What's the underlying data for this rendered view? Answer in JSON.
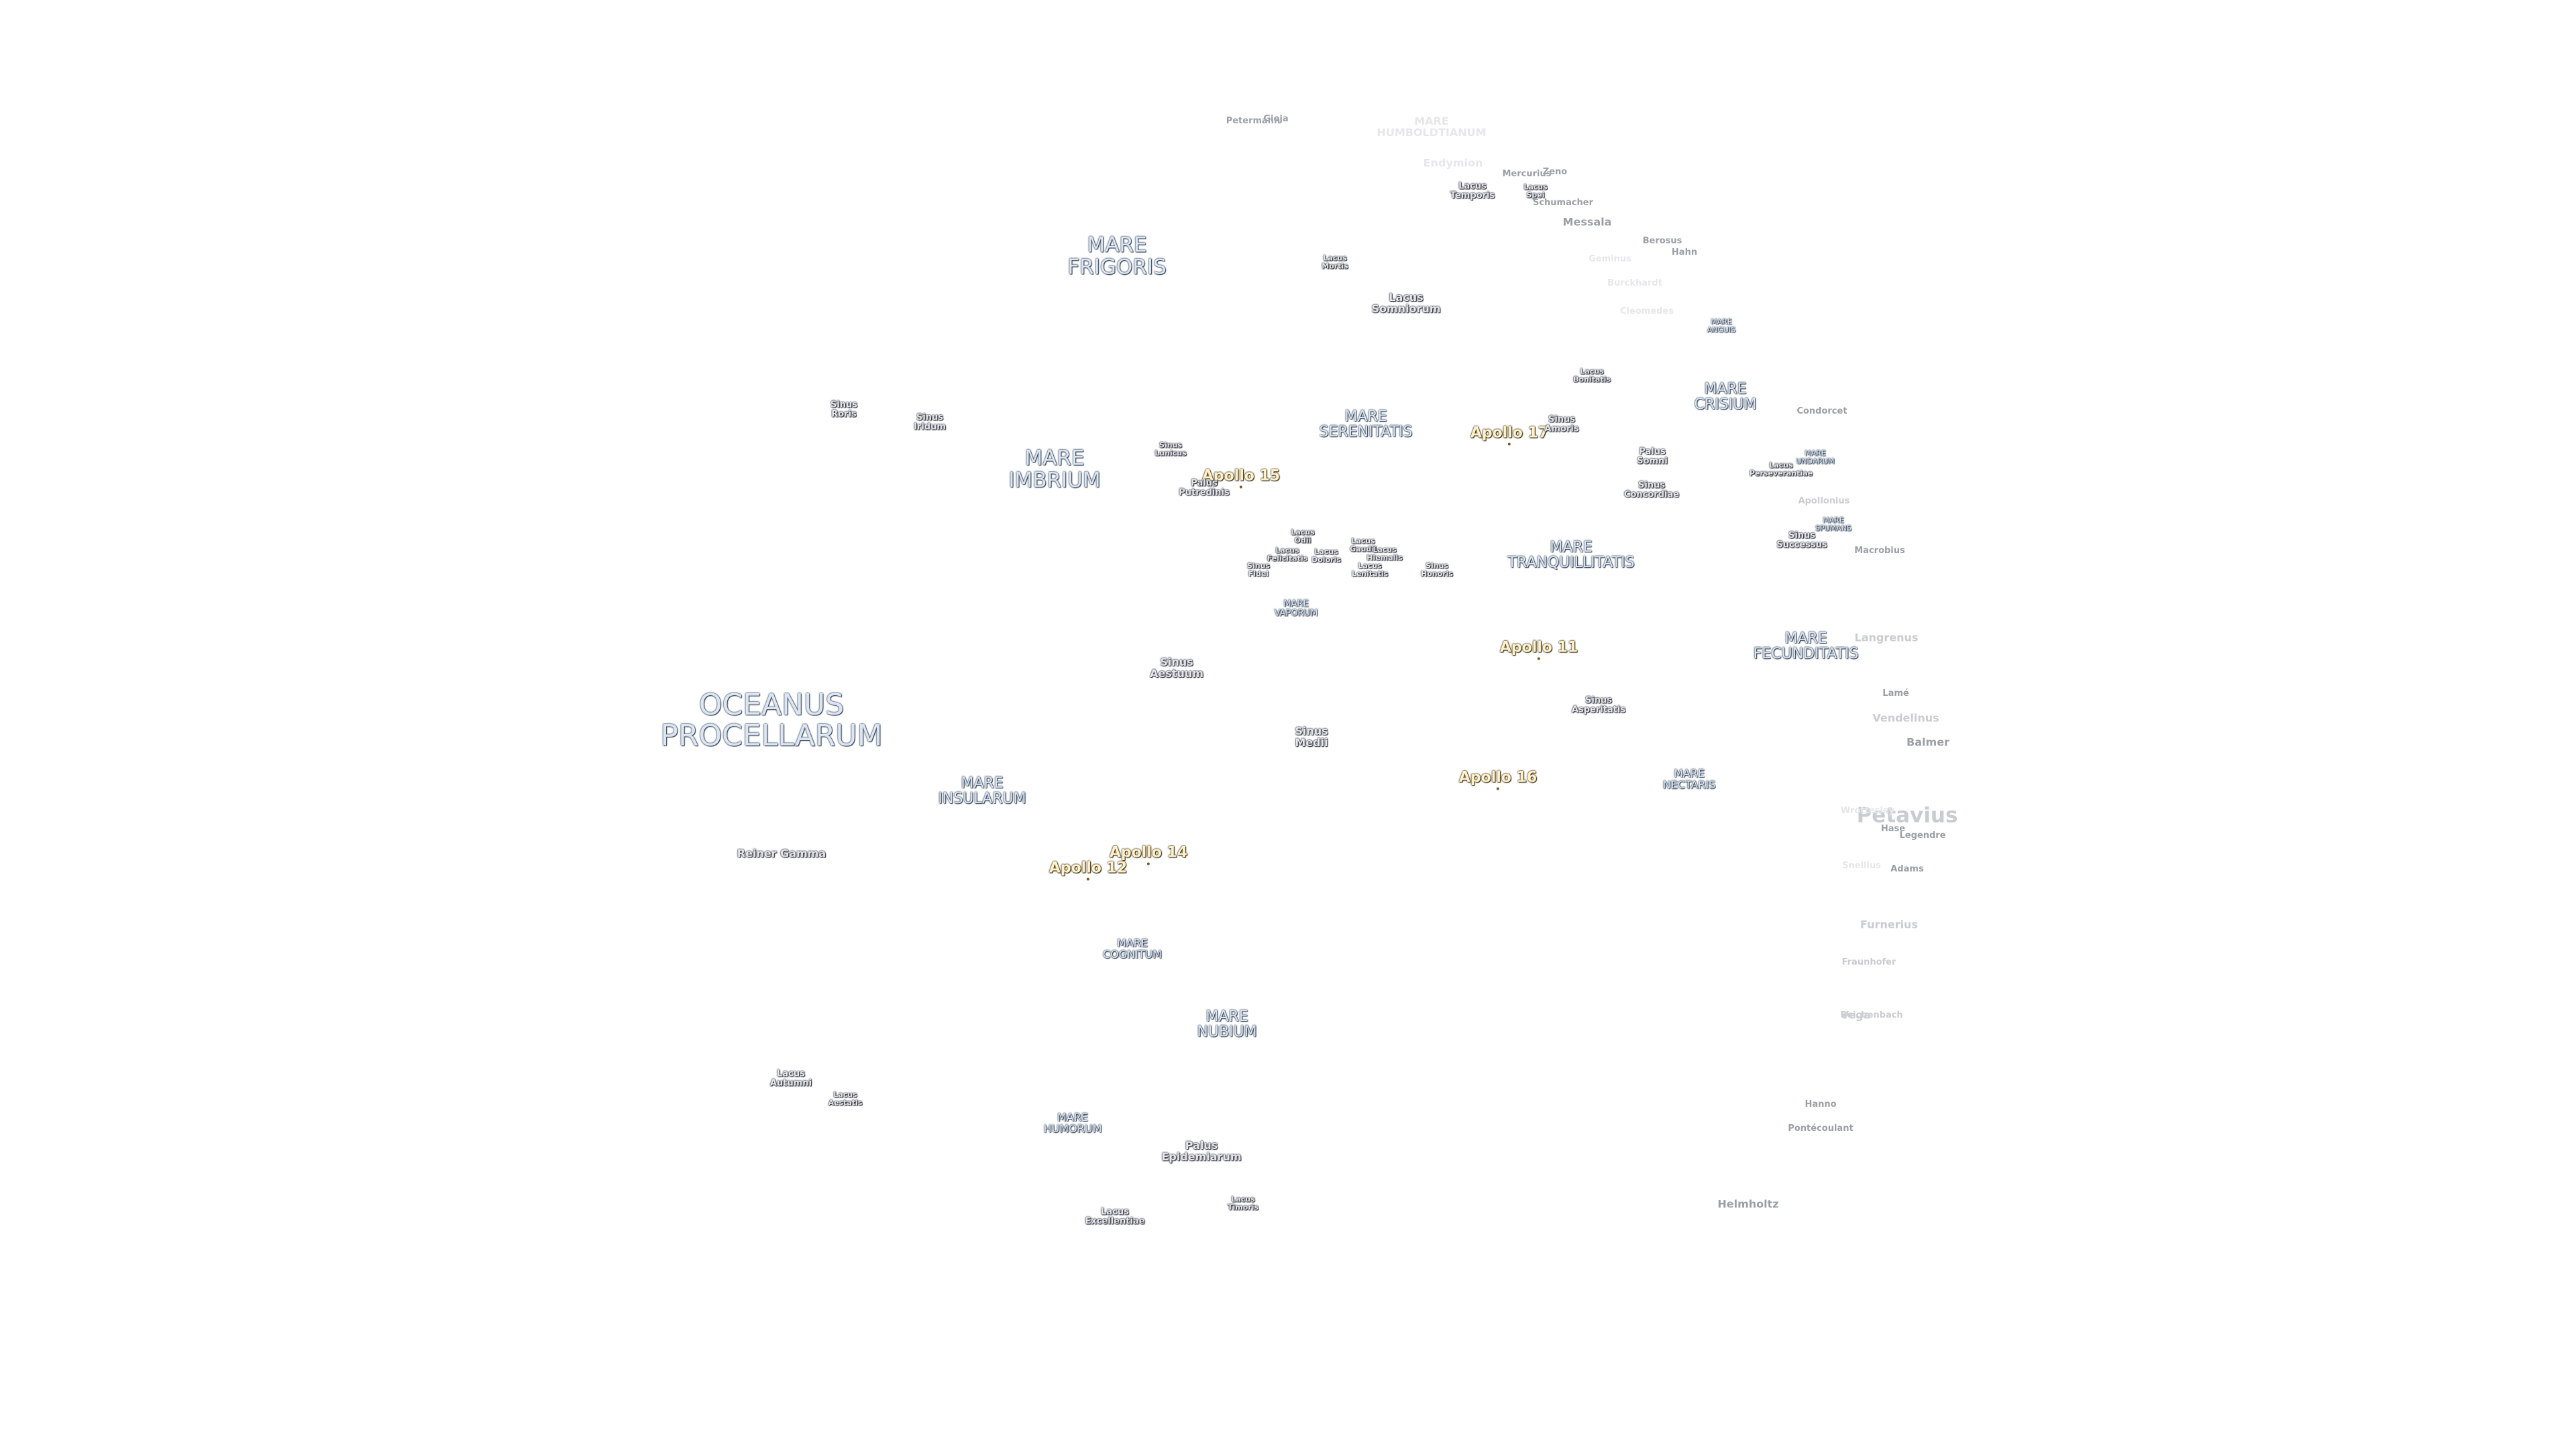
{
  "map": {
    "labels": [
      {
        "text": [
          "OCEANUS",
          "PROCELLARUM"
        ],
        "kind": "sea"
      },
      {
        "text": [
          "MARE",
          "FRIGORIS"
        ],
        "kind": "sea"
      },
      {
        "text": [
          "MARE",
          "IMBRIUM"
        ],
        "kind": "sea"
      },
      {
        "text": [
          "MARE",
          "SERENITATIS"
        ],
        "kind": "sea"
      },
      {
        "text": [
          "MARE",
          "TRANQUILLITATIS"
        ],
        "kind": "sea"
      },
      {
        "text": [
          "MARE",
          "CRISIUM"
        ],
        "kind": "sea"
      },
      {
        "text": [
          "MARE",
          "FECUNDITATIS"
        ],
        "kind": "sea"
      },
      {
        "text": [
          "MARE",
          "INSULARUM"
        ],
        "kind": "sea"
      },
      {
        "text": [
          "MARE",
          "COGNITUM"
        ],
        "kind": "sea"
      },
      {
        "text": [
          "MARE",
          "NUBIUM"
        ],
        "kind": "sea"
      },
      {
        "text": [
          "MARE",
          "HUMORUM"
        ],
        "kind": "sea"
      },
      {
        "text": [
          "MARE",
          "NECTARIS"
        ],
        "kind": "sea"
      },
      {
        "text": [
          "MARE",
          "VAPORUM"
        ],
        "kind": "sea"
      },
      {
        "text": [
          "MARE",
          "ANGUIS"
        ],
        "kind": "sea"
      },
      {
        "text": [
          "MARE",
          "UNDARUM"
        ],
        "kind": "sea"
      },
      {
        "text": [
          "MARE",
          "SPUMANS"
        ],
        "kind": "sea"
      },
      {
        "text": [
          "MARE",
          "HUMBOLDTIANUM"
        ],
        "kind": "ghost"
      },
      {
        "text": [
          "Apollo 11"
        ],
        "kind": "apollo"
      },
      {
        "text": [
          "Apollo 12"
        ],
        "kind": "apollo"
      },
      {
        "text": [
          "Apollo 14"
        ],
        "kind": "apollo"
      },
      {
        "text": [
          "Apollo 15"
        ],
        "kind": "apollo"
      },
      {
        "text": [
          "Apollo 16"
        ],
        "kind": "apollo"
      },
      {
        "text": [
          "Apollo 17"
        ],
        "kind": "apollo"
      },
      {
        "text": [
          "Lacus",
          "Somniorum"
        ],
        "kind": "feat"
      },
      {
        "text": [
          "Lacus",
          "Mortis"
        ],
        "kind": "feat"
      },
      {
        "text": [
          "Lacus",
          "Temporis"
        ],
        "kind": "feat"
      },
      {
        "text": [
          "Lacus",
          "Spei"
        ],
        "kind": "feat"
      },
      {
        "text": [
          "Lacus",
          "Bonitatis"
        ],
        "kind": "feat"
      },
      {
        "text": [
          "Lacus",
          "Autumni"
        ],
        "kind": "feat"
      },
      {
        "text": [
          "Lacus",
          "Aestatis"
        ],
        "kind": "feat"
      },
      {
        "text": [
          "Lacus",
          "Excellentiae"
        ],
        "kind": "feat"
      },
      {
        "text": [
          "Lacus",
          "Timoris"
        ],
        "kind": "feat"
      },
      {
        "text": [
          "Lacus",
          "Odii"
        ],
        "kind": "feat"
      },
      {
        "text": [
          "Lacus",
          "Felicitatis"
        ],
        "kind": "feat"
      },
      {
        "text": [
          "Lacus",
          "Doloris"
        ],
        "kind": "feat"
      },
      {
        "text": [
          "Lacus",
          "Gaudii"
        ],
        "kind": "feat"
      },
      {
        "text": [
          "Lacus",
          "Hiemalis"
        ],
        "kind": "feat"
      },
      {
        "text": [
          "Lacus",
          "Lenitatis"
        ],
        "kind": "feat"
      },
      {
        "text": [
          "Lacus",
          "Perseverantiae"
        ],
        "kind": "feat"
      },
      {
        "text": [
          "Sinus",
          "Roris"
        ],
        "kind": "feat"
      },
      {
        "text": [
          "Sinus",
          "Iridum"
        ],
        "kind": "feat"
      },
      {
        "text": [
          "Sinus",
          "Lunicus"
        ],
        "kind": "feat"
      },
      {
        "text": [
          "Sinus",
          "Amoris"
        ],
        "kind": "feat"
      },
      {
        "text": [
          "Sinus",
          "Concordiae"
        ],
        "kind": "feat"
      },
      {
        "text": [
          "Sinus",
          "Successus"
        ],
        "kind": "feat"
      },
      {
        "text": [
          "Sinus",
          "Fidei"
        ],
        "kind": "feat"
      },
      {
        "text": [
          "Sinus",
          "Honoris"
        ],
        "kind": "feat"
      },
      {
        "text": [
          "Sinus",
          "Aestuum"
        ],
        "kind": "feat"
      },
      {
        "text": [
          "Sinus",
          "Medii"
        ],
        "kind": "feat"
      },
      {
        "text": [
          "Sinus",
          "Asperitatis"
        ],
        "kind": "feat"
      },
      {
        "text": [
          "Palus",
          "Putredinis"
        ],
        "kind": "feat"
      },
      {
        "text": [
          "Palus",
          "Somni"
        ],
        "kind": "feat"
      },
      {
        "text": [
          "Palus",
          "Epidemiarum"
        ],
        "kind": "feat"
      },
      {
        "text": [
          "Reiner Gamma"
        ],
        "kind": "feat"
      },
      {
        "text": [
          "Condorcet"
        ],
        "kind": "crater"
      },
      {
        "text": [
          "Macrobius"
        ],
        "kind": "crater"
      },
      {
        "text": [
          "Hahn"
        ],
        "kind": "crater"
      },
      {
        "text": [
          "Berosus"
        ],
        "kind": "crater"
      },
      {
        "text": [
          "Mercurius"
        ],
        "kind": "crater"
      },
      {
        "text": [
          "Zeno"
        ],
        "kind": "crater"
      },
      {
        "text": [
          "Schumacher"
        ],
        "kind": "crater"
      },
      {
        "text": [
          "Messala"
        ],
        "kind": "crater"
      },
      {
        "text": [
          "Lamé"
        ],
        "kind": "crater"
      },
      {
        "text": [
          "Balmer"
        ],
        "kind": "crater"
      },
      {
        "text": [
          "Vendelinus"
        ],
        "kind": "faint"
      },
      {
        "text": [
          "Langrenus"
        ],
        "kind": "faint"
      },
      {
        "text": [
          "Petavius"
        ],
        "kind": "faint"
      },
      {
        "text": [
          "Legendre"
        ],
        "kind": "crater"
      },
      {
        "text": [
          "Hase"
        ],
        "kind": "crater"
      },
      {
        "text": [
          "Adams"
        ],
        "kind": "crater"
      },
      {
        "text": [
          "Furnerius"
        ],
        "kind": "faint"
      },
      {
        "text": [
          "Fraunhofer"
        ],
        "kind": "faint"
      },
      {
        "text": [
          "Vega"
        ],
        "kind": "faint"
      },
      {
        "text": [
          "Reichenbach"
        ],
        "kind": "faint"
      },
      {
        "text": [
          "Hanno"
        ],
        "kind": "crater"
      },
      {
        "text": [
          "Pontécoulant"
        ],
        "kind": "crater"
      },
      {
        "text": [
          "Helmholtz"
        ],
        "kind": "crater"
      },
      {
        "text": [
          "Apollonius"
        ],
        "kind": "faint"
      },
      {
        "text": [
          "Petermann"
        ],
        "kind": "crater"
      },
      {
        "text": [
          "Gioja"
        ],
        "kind": "crater"
      },
      {
        "text": [
          "Endymion"
        ],
        "kind": "ghost"
      },
      {
        "text": [
          "Geminus"
        ],
        "kind": "ghost"
      },
      {
        "text": [
          "Burckhardt"
        ],
        "kind": "ghost"
      },
      {
        "text": [
          "Cleomedes"
        ],
        "kind": "ghost"
      },
      {
        "text": [
          "Wrottesley"
        ],
        "kind": "ghost"
      },
      {
        "text": [
          "Snellius"
        ],
        "kind": "ghost"
      }
    ]
  }
}
